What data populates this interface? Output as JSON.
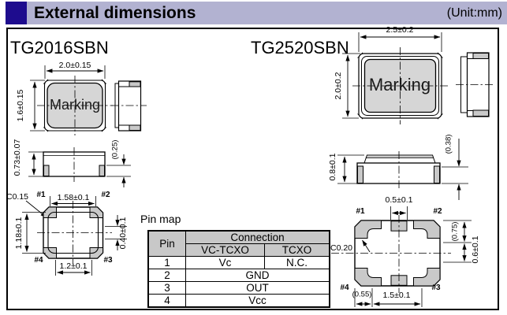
{
  "header": {
    "title": "External dimensions",
    "unit": "(Unit:mm)"
  },
  "tg2016": {
    "name": "TG2016SBN",
    "marking": "Marking",
    "dim_width": "2.0±0.15",
    "dim_height": "1.6±0.15",
    "dim_thickness": "0.73±0.07",
    "dim_lid": "(0.25)",
    "chamfer": "C0.15",
    "dim_pad_span_x": "1.58±0.1",
    "dim_pad_span_y": "1.18±0.1",
    "dim_pad_width": "1.2±0.1",
    "dim_pad_height": "0.40±0.1",
    "pin1": "#1",
    "pin2": "#2",
    "pin3": "#3",
    "pin4": "#4"
  },
  "tg2520": {
    "name": "TG2520SBN",
    "marking": "Marking",
    "dim_width": "2.5±0.2",
    "dim_height": "2.0±0.2",
    "dim_thickness": "0.8±0.1",
    "dim_lid": "(0.38)",
    "chamfer": "C0.20",
    "dim_center_pad": "0.5±0.1",
    "dim_corner_pad_y": "(0.75)",
    "dim_pad_pitch_y": "0.6±0.1",
    "dim_corner_pad_x": "(0.55)",
    "dim_pad_pitch_x": "1.5±0.1",
    "pin1": "#1",
    "pin2": "#2",
    "pin3": "#3",
    "pin4": "#4"
  },
  "pin_map": {
    "title": "Pin map",
    "header_pin": "Pin",
    "header_connection": "Connection",
    "header_vc_tcxo": "VC-TCXO",
    "header_tcxo": "TCXO",
    "rows": [
      {
        "pin": "1",
        "vc_tcxo": "Vc",
        "tcxo": "N.C."
      },
      {
        "pin": "2",
        "shared": "GND"
      },
      {
        "pin": "3",
        "shared": "OUT"
      },
      {
        "pin": "4",
        "shared": "Vcc"
      }
    ]
  },
  "colors": {
    "header_bar": "#b2b2d1",
    "header_accent": "#1e0c8e",
    "package_fill": "#d6d6d6",
    "pad_fill": "#c9c9c9",
    "table_header_fill": "#c8c8c8"
  }
}
